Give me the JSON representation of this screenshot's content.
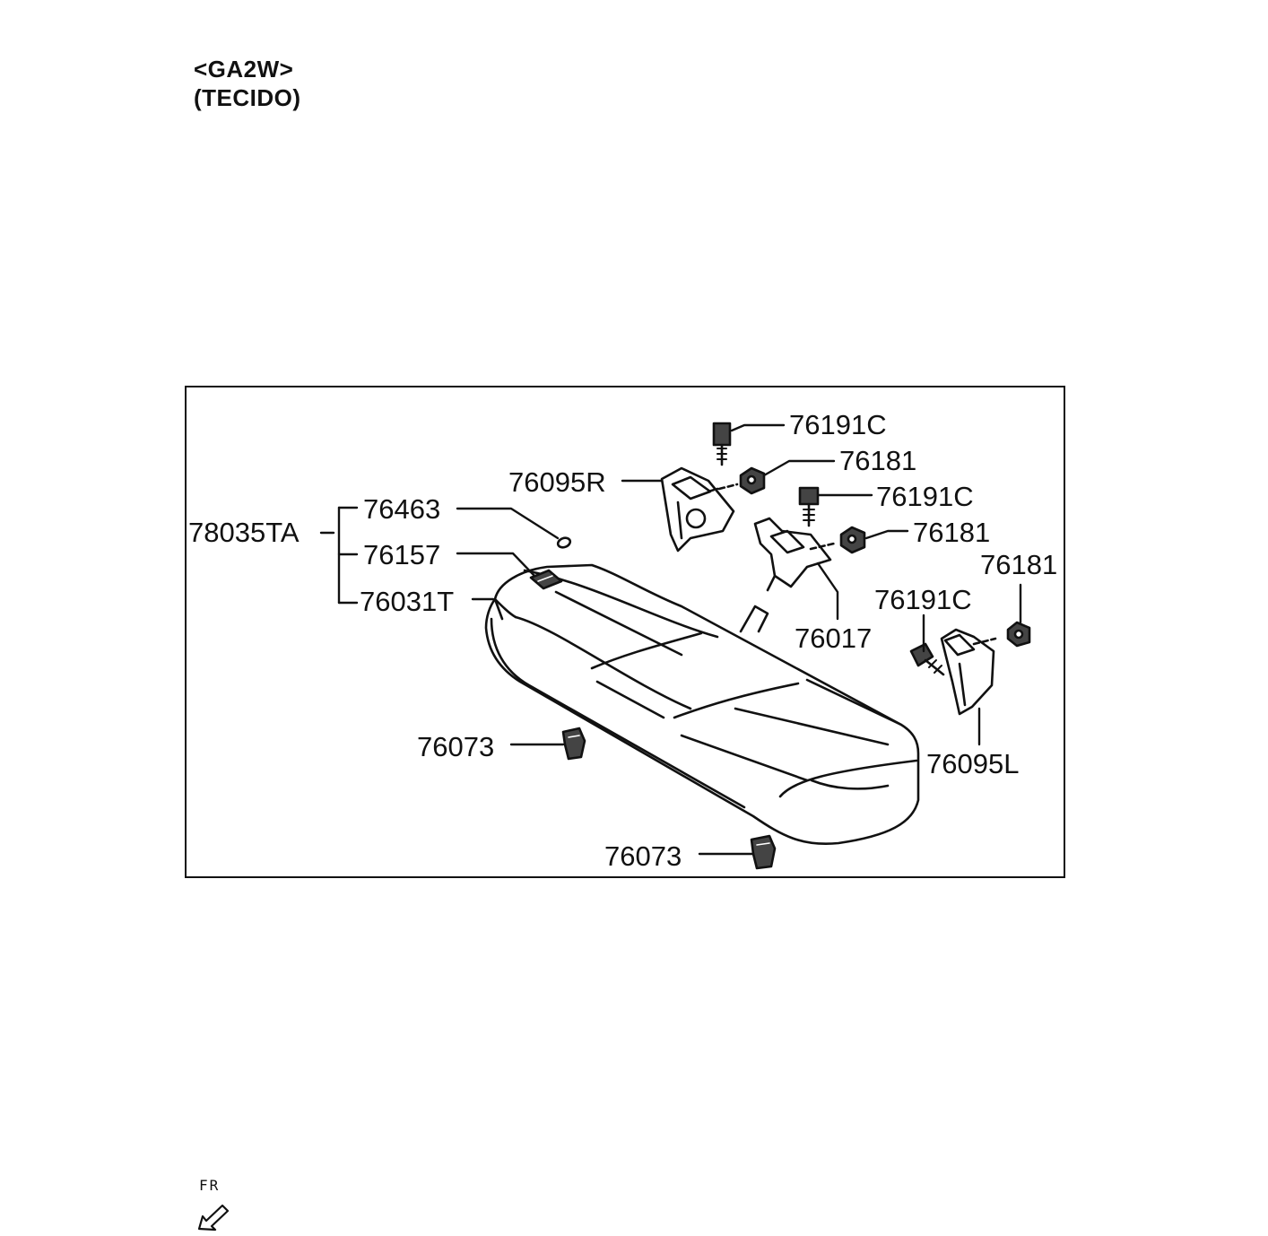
{
  "header": {
    "model_code": "<GA2W>",
    "material": "(TECIDO)"
  },
  "parts": {
    "assembly": "78035TA",
    "bolt_top": "76191C",
    "nut_top": "76181",
    "bracket_right": "76095R",
    "bolt_mid": "76191C",
    "nut_mid": "76181",
    "cap": "76463",
    "hook_guide": "76157",
    "cushion_cover": "76031T",
    "nut_right": "76181",
    "bolt_right": "76191C",
    "hinge_bracket": "76017",
    "bracket_left": "76095L",
    "clip_left": "76073",
    "clip_bottom": "76073"
  },
  "direction_indicator": {
    "label": "FR",
    "icon": "front-arrow-icon"
  }
}
